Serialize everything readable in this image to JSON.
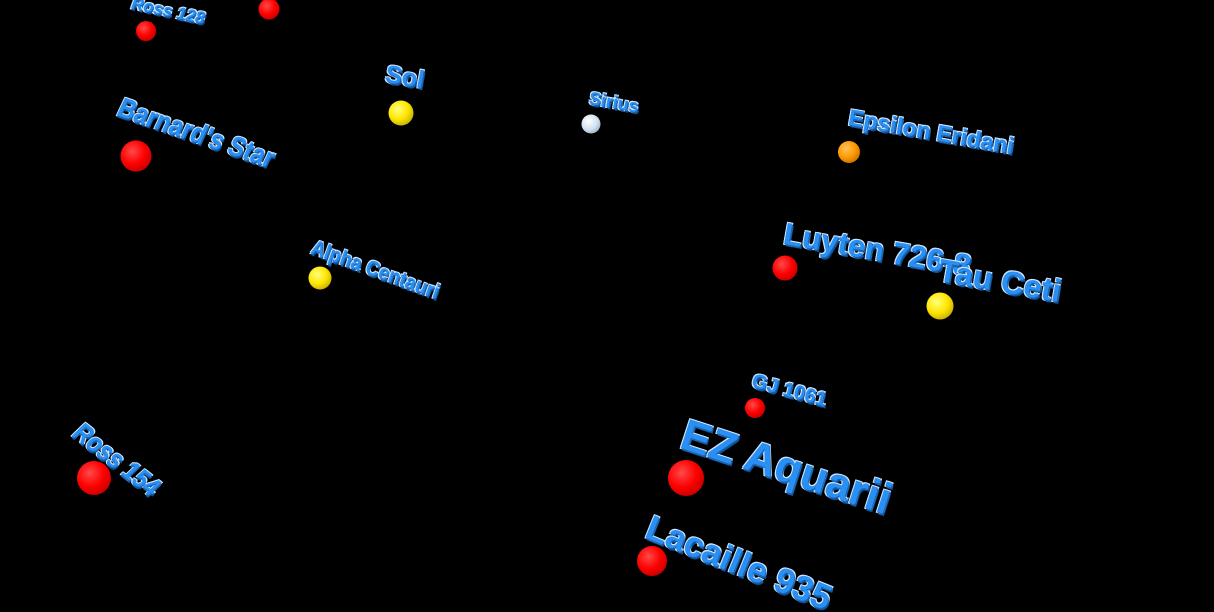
{
  "stars": [
    {
      "name": "Ross 128",
      "color": "red"
    },
    {
      "name": "Sol",
      "color": "yellow"
    },
    {
      "name": "Sirius",
      "color": "white"
    },
    {
      "name": "Epsilon Eridani",
      "color": "orange"
    },
    {
      "name": "Barnard's Star",
      "color": "red"
    },
    {
      "name": "Alpha Centauri",
      "color": "yellow"
    },
    {
      "name": "Luyten 726-8",
      "color": "red"
    },
    {
      "name": "Tau Ceti",
      "color": "yellow"
    },
    {
      "name": "GJ 1061",
      "color": "red"
    },
    {
      "name": "EZ Aquarii",
      "color": "red"
    },
    {
      "name": "Ross 154",
      "color": "red"
    },
    {
      "name": "Lacaille 935",
      "color": "red"
    }
  ],
  "colors": {
    "label": "#2a8ff2",
    "background": "#000000"
  }
}
